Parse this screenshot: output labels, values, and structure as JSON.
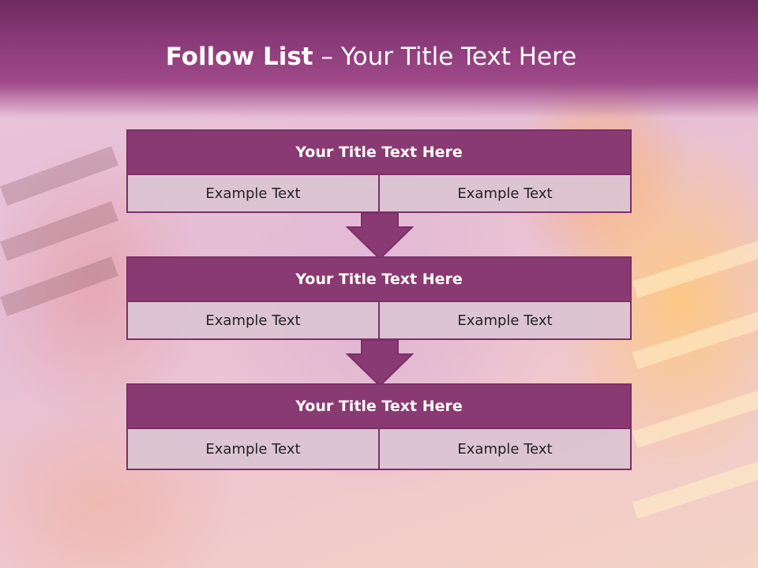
{
  "slide": {
    "title_bold": "Follow List",
    "title_rest": "– Your Title Text Here"
  },
  "blocks": [
    {
      "title": "Your Title Text Here",
      "cells": [
        "Example Text",
        "Example Text"
      ]
    },
    {
      "title": "Your Title Text Here",
      "cells": [
        "Example Text",
        "Example Text"
      ]
    },
    {
      "title": "Your Title Text Here",
      "cells": [
        "Example Text",
        "Example Text"
      ]
    }
  ],
  "colors": {
    "header": "#8a3a78",
    "block_title": "#8a3a72",
    "border": "#7a3068",
    "cell": "#dcc4d2"
  },
  "icons": [
    "down-arrow-icon",
    "down-arrow-icon"
  ]
}
